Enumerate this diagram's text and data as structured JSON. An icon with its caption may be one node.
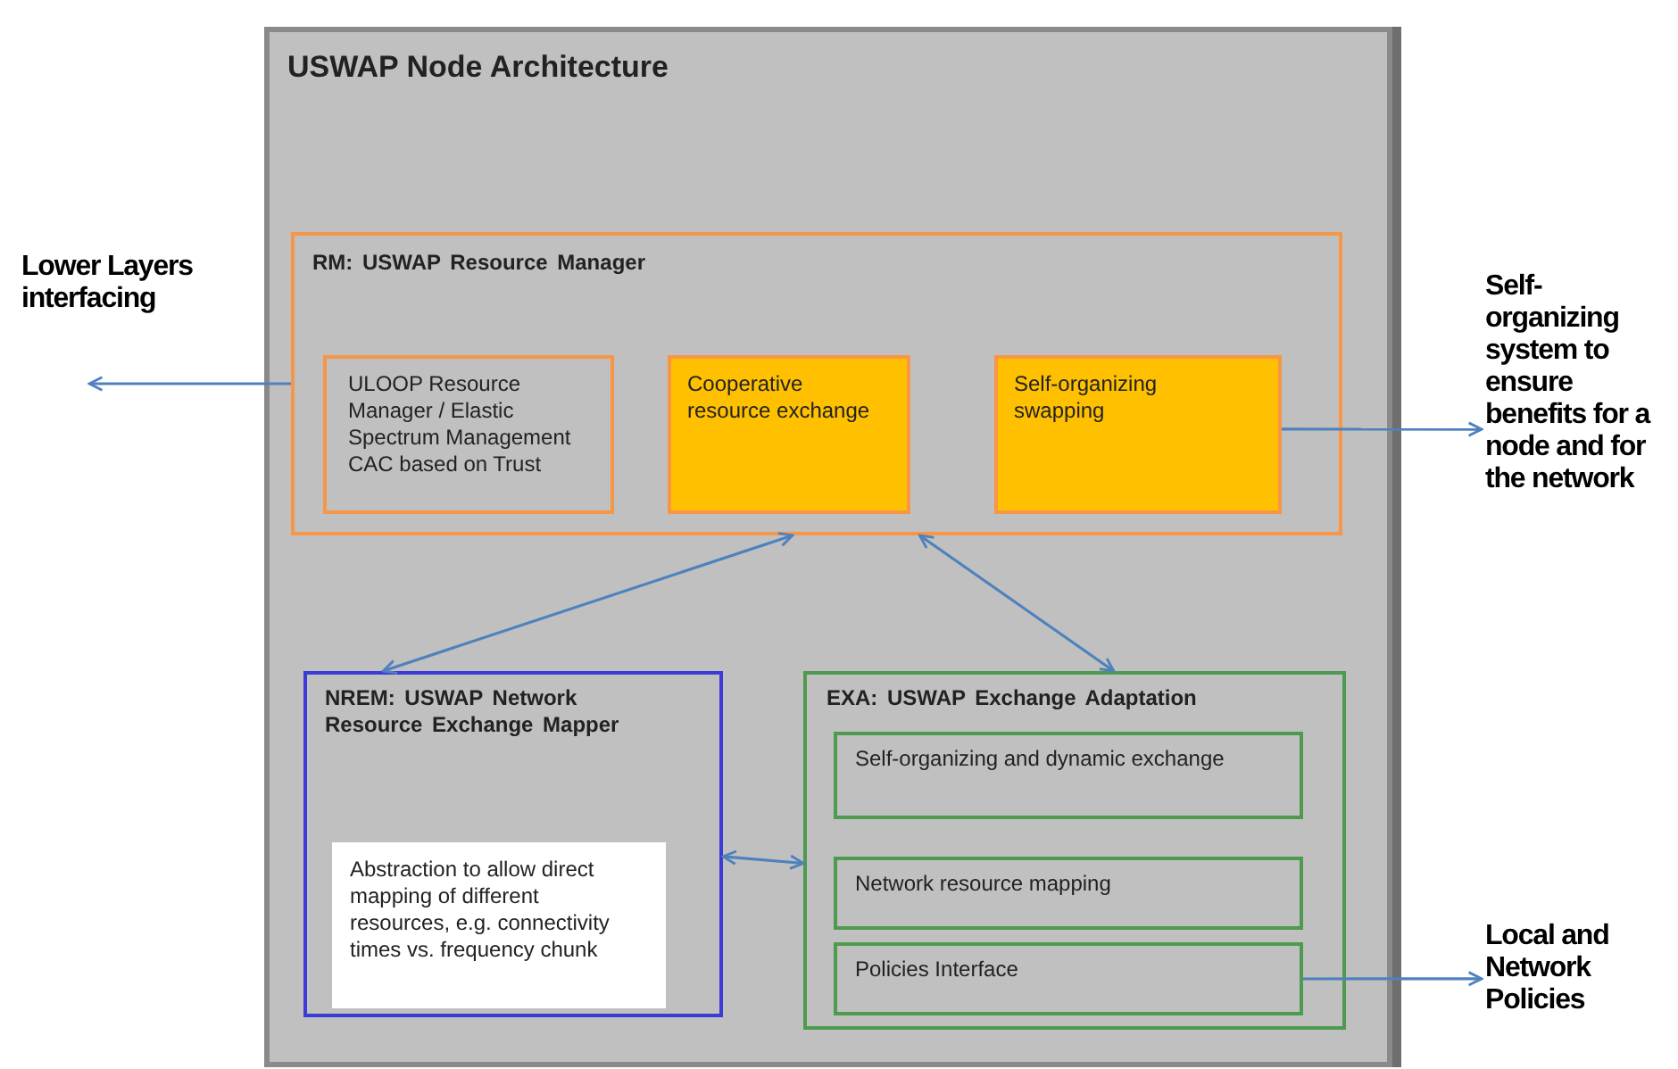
{
  "diagram": {
    "nodes": [
      {
        "text": [
          "USWAP Node Architecture"
        ]
      },
      {
        "text": [
          "RM: USWAP Resource Manager"
        ],
        "in": 0
      },
      {
        "text": [
          "ULOOP Resource Manager / Elastic Spectrum Management CAC based on Trust"
        ],
        "in": 1
      },
      {
        "text": [
          "Cooperative resource exchange"
        ],
        "in": 1
      },
      {
        "text": [
          "Self-organizing swapping"
        ],
        "in": 1
      },
      {
        "text": [
          "NREM: USWAP Network Resource Exchange Mapper"
        ],
        "in": 0
      },
      {
        "text": [
          "Abstraction to allow direct mapping of different resources, e.g. connectivity times vs. frequency chunk"
        ],
        "in": 5
      },
      {
        "text": [
          "EXA: USWAP Exchange Adaptation"
        ],
        "in": 0
      },
      {
        "text": [
          "Self-organizing and dynamic exchange"
        ],
        "in": 7
      },
      {
        "text": [
          "Network resource mapping"
        ],
        "in": 7
      },
      {
        "text": [
          "Policies Interface"
        ],
        "in": 7
      },
      {
        "text": [
          "Self-organizing system to ensure benefits for a node and for the network"
        ]
      },
      {
        "text": [
          "Local and Network Policies"
        ]
      }
    ],
    "edges": [
      {
        "from": 1,
        "to": null,
        "arrow": "to"
      },
      {
        "from": 4,
        "to": 11,
        "arrow": "to"
      },
      {
        "from": 10,
        "to": 12,
        "arrow": "to"
      },
      {
        "from": 1,
        "to": 5,
        "arrow": "both"
      },
      {
        "from": 1,
        "to": 7,
        "arrow": "both"
      },
      {
        "from": 5,
        "to": 7,
        "arrow": "both"
      }
    ],
    "labels": [
      "Lower Layers interfacing"
    ]
  }
}
